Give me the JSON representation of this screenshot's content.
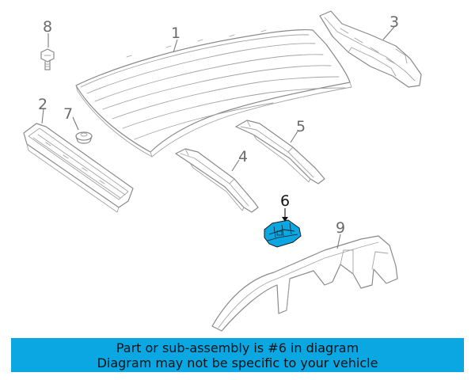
{
  "diagram": {
    "callouts": {
      "c1": "1",
      "c2": "2",
      "c3": "3",
      "c4": "4",
      "c5": "5",
      "c6": "6",
      "c7": "7",
      "c8": "8",
      "c9": "9"
    },
    "highlight_color": "#0aa7e3",
    "line_color": "#8a8a8a"
  },
  "banner": {
    "line1": "Part or sub-assembly is #6 in diagram",
    "line2": "Diagram may not be specific to your vehicle",
    "background": "#0aa7e3"
  }
}
